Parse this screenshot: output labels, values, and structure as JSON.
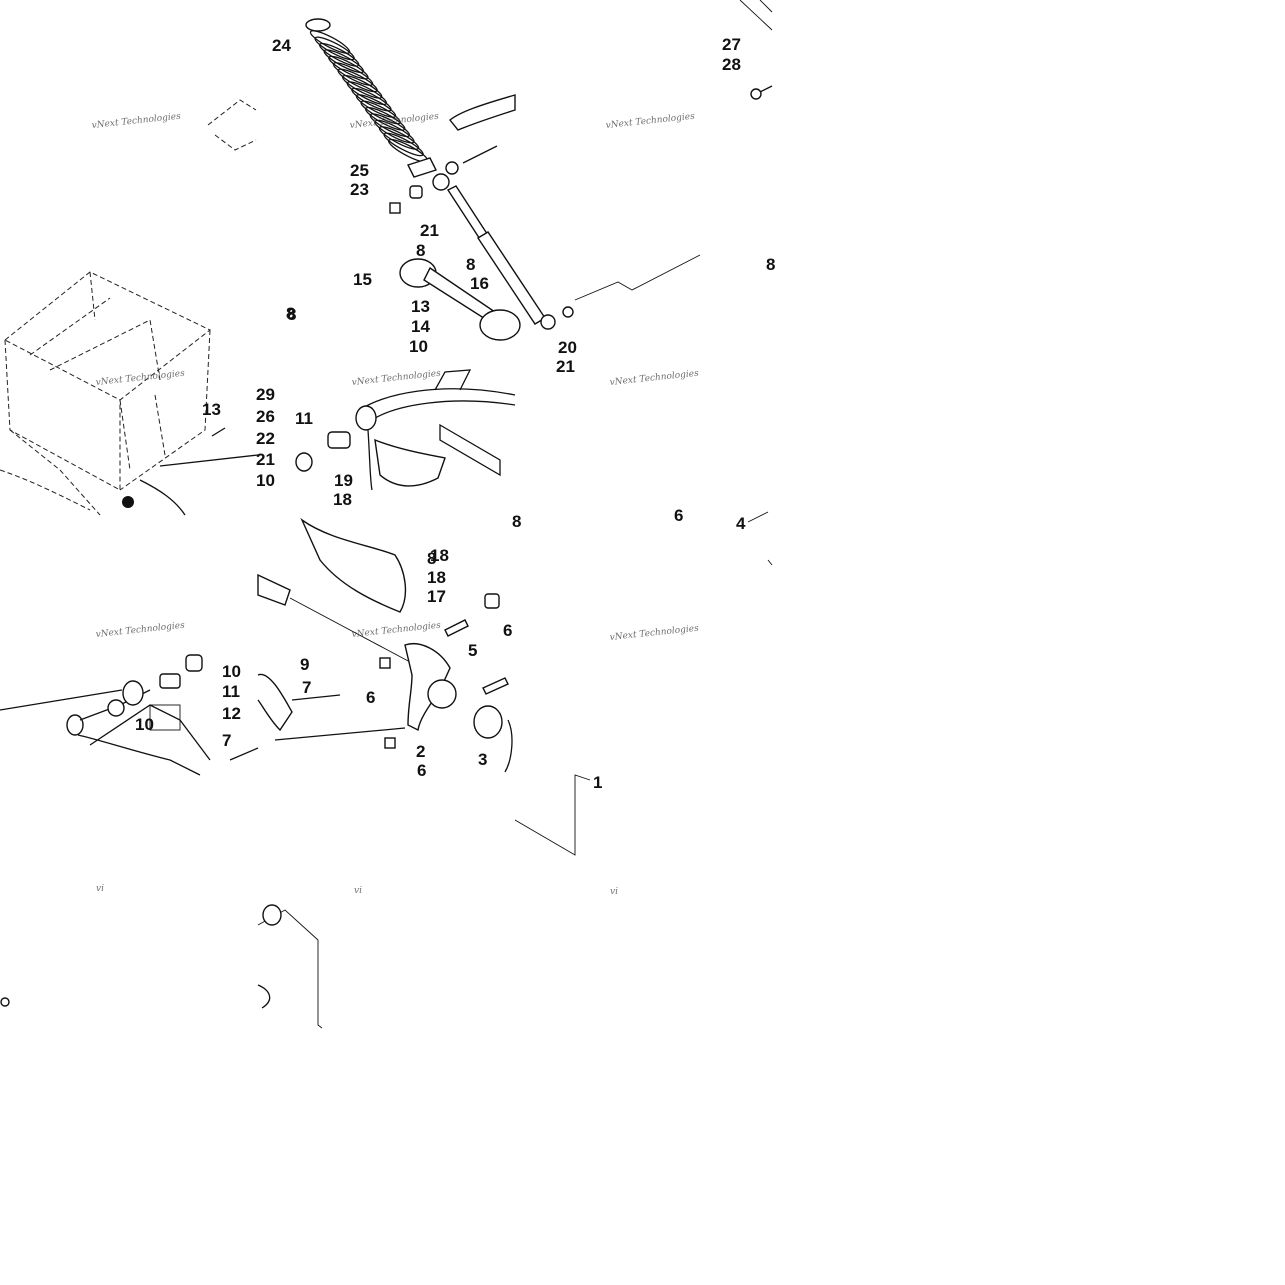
{
  "watermark": {
    "text": "vNext Technologies",
    "fragment": "vi"
  },
  "callouts": [
    "24",
    "25",
    "23",
    "21",
    "8",
    "8",
    "16",
    "15",
    "13",
    "14",
    "8",
    "10",
    "20",
    "21",
    "27",
    "28",
    "29",
    "26",
    "22",
    "21",
    "10",
    "13",
    "11",
    "19",
    "18",
    "18",
    "8",
    "18",
    "17",
    "10",
    "11",
    "10",
    "12",
    "7",
    "9",
    "7",
    "6",
    "5",
    "6",
    "2",
    "3",
    "6",
    "1",
    "4",
    "8",
    "6",
    "8",
    "8"
  ],
  "colors": {
    "line": "#111111",
    "background": "#ffffff",
    "watermark": "#555555"
  }
}
